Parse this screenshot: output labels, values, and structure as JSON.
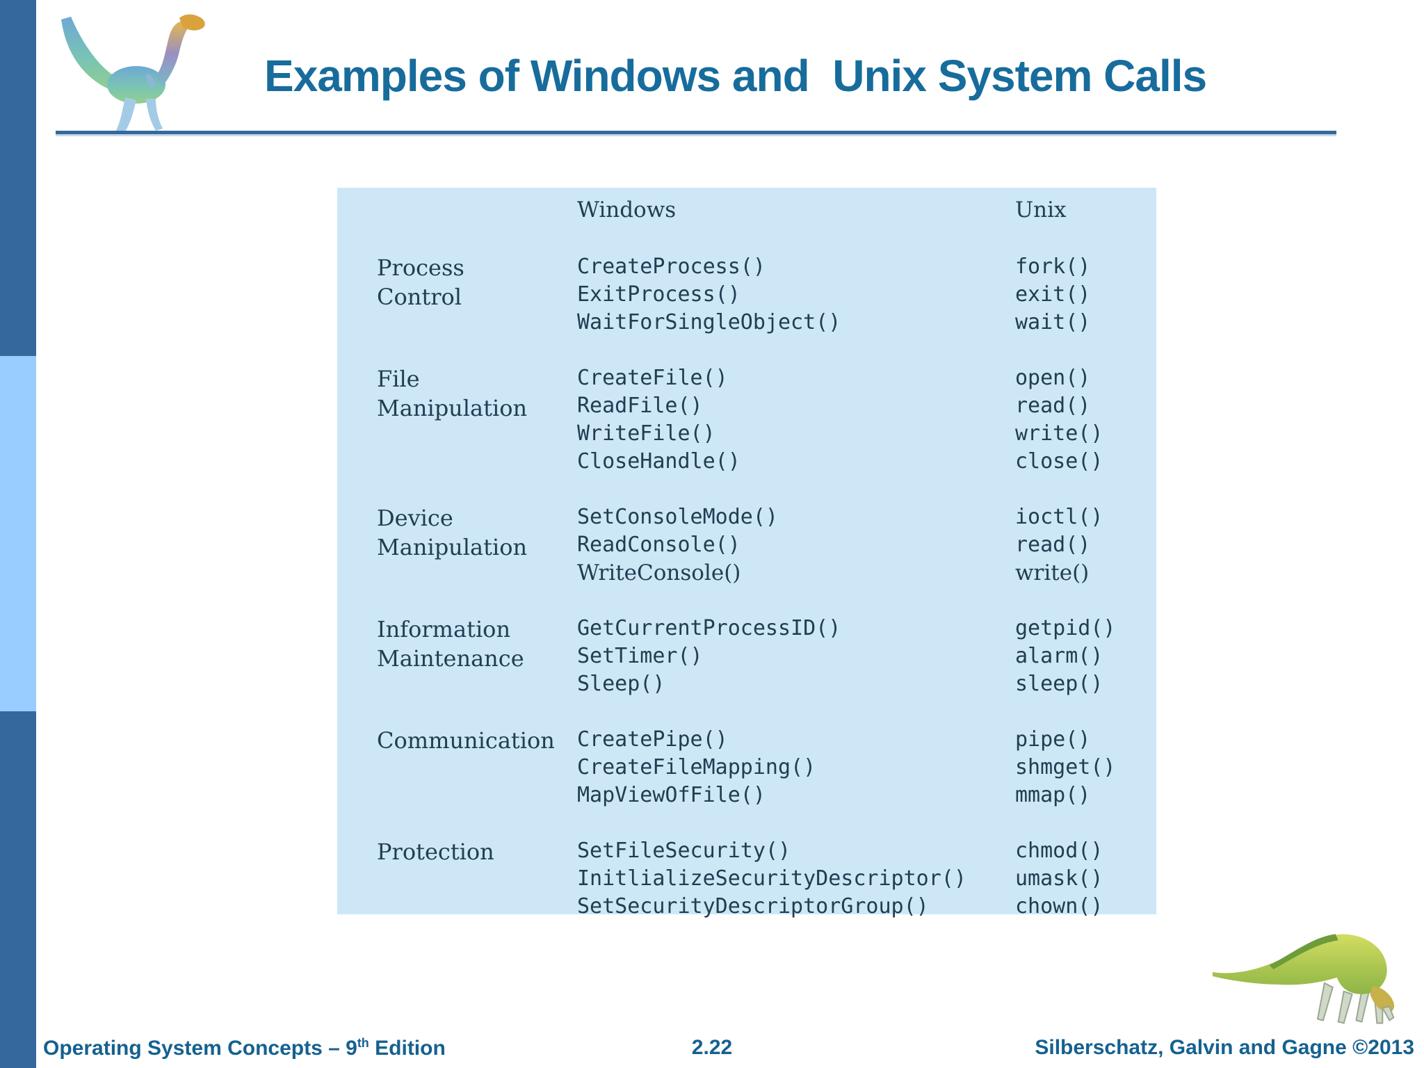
{
  "slide": {
    "title": "Examples of Windows and  Unix System Calls",
    "footer": {
      "left_prefix": "Operating System Concepts – 9",
      "left_sup": "th",
      "left_suffix": " Edition",
      "page": "2.22",
      "right": "Silberschatz, Galvin and Gagne ©2013"
    }
  },
  "table": {
    "col_windows": "Windows",
    "col_unix": "Unix",
    "groups": [
      {
        "category": [
          "Process",
          "Control"
        ],
        "rows": [
          {
            "windows": "CreateProcess()",
            "unix": "fork()"
          },
          {
            "windows": "ExitProcess()",
            "unix": "exit()"
          },
          {
            "windows": "WaitForSingleObject()",
            "unix": "wait()"
          }
        ]
      },
      {
        "category": [
          "File",
          "Manipulation"
        ],
        "rows": [
          {
            "windows": "CreateFile()",
            "unix": "open()"
          },
          {
            "windows": "ReadFile()",
            "unix": "read()"
          },
          {
            "windows": "WriteFile()",
            "unix": "write()"
          },
          {
            "windows": "CloseHandle()",
            "unix": "close()"
          }
        ]
      },
      {
        "category": [
          "Device",
          "Manipulation"
        ],
        "rows": [
          {
            "windows": "SetConsoleMode()",
            "unix": "ioctl()"
          },
          {
            "windows": "ReadConsole()",
            "unix": "read()"
          },
          {
            "windows": "WriteConsole()",
            "unix": "write()",
            "variant": "serif"
          }
        ]
      },
      {
        "category": [
          "Information",
          "Maintenance"
        ],
        "rows": [
          {
            "windows": "GetCurrentProcessID()",
            "unix": "getpid()"
          },
          {
            "windows": "SetTimer()",
            "unix": "alarm()"
          },
          {
            "windows": "Sleep()",
            "unix": "sleep()"
          }
        ]
      },
      {
        "category": [
          "Communication"
        ],
        "rows": [
          {
            "windows": "CreatePipe()",
            "unix": "pipe()"
          },
          {
            "windows": "CreateFileMapping()",
            "unix": "shmget()"
          },
          {
            "windows": "MapViewOfFile()",
            "unix": "mmap()"
          }
        ]
      },
      {
        "category": [
          "Protection"
        ],
        "rows": [
          {
            "windows": "SetFileSecurity()",
            "unix": "chmod()"
          },
          {
            "windows": "InitlializeSecurityDescriptor()",
            "unix": "umask()"
          },
          {
            "windows": "SetSecurityDescriptorGroup()",
            "unix": "chown()"
          }
        ]
      }
    ]
  },
  "icons": {
    "top_left": "dinosaur-logo",
    "bottom_right": "dinosaur-logo"
  },
  "colors": {
    "sidebar_dark": "#35689c",
    "sidebar_light": "#99ccff",
    "table_background": "#cde7f6",
    "table_text": "#223c52",
    "title_blue": "#176c9c",
    "footer_blue": "#15618f",
    "rule_blue": "#35689b",
    "background": "#ffffff"
  }
}
